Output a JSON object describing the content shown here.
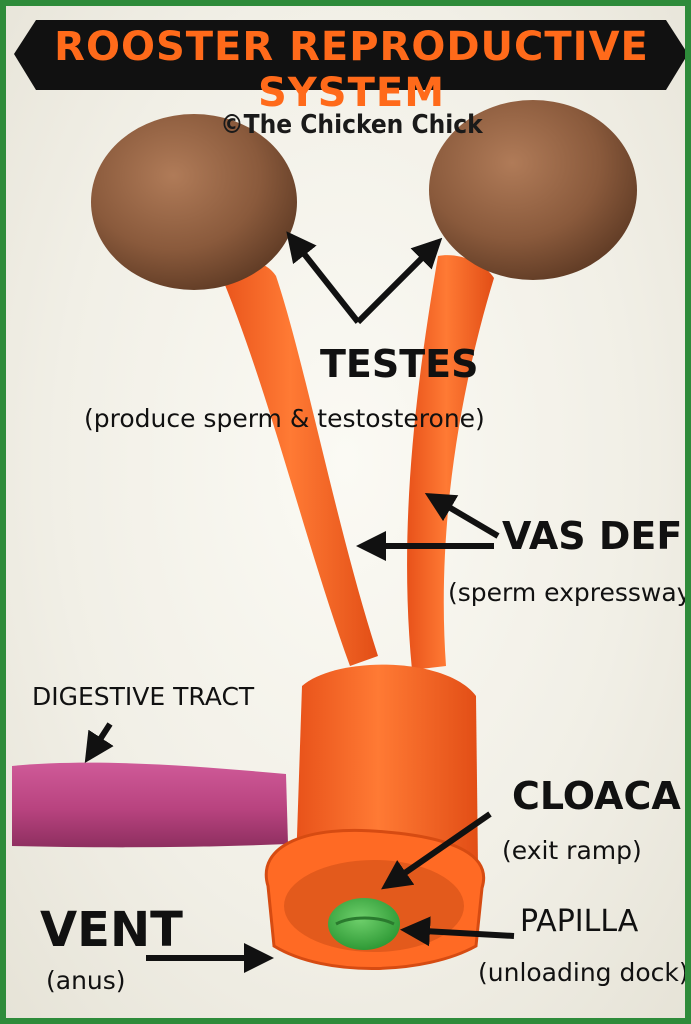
{
  "title": "ROOSTER REPRODUCTIVE SYSTEM",
  "credit": "©The Chicken Chick",
  "labels": {
    "testes": "TESTES",
    "testes_note": "(produce sperm & testosterone)",
    "vas_deferens": "VAS DEFERENS",
    "vas_note": "(sperm expressway)",
    "digestive": "DIGESTIVE TRACT",
    "cloaca": "CLOACA",
    "cloaca_note": "(exit ramp)",
    "papilla": "PAPILLA",
    "papilla_note": "(unloading dock)",
    "vent": "VENT",
    "vent_note": "(anus)"
  },
  "colors": {
    "frame": "#2e8b3a",
    "banner": "#111111",
    "title": "#ff6a1a",
    "egg": "#8a5a3c",
    "tube": "#ff6a24",
    "digestive": "#b8437f",
    "papilla": "#3cb043",
    "arrow": "#111111"
  }
}
